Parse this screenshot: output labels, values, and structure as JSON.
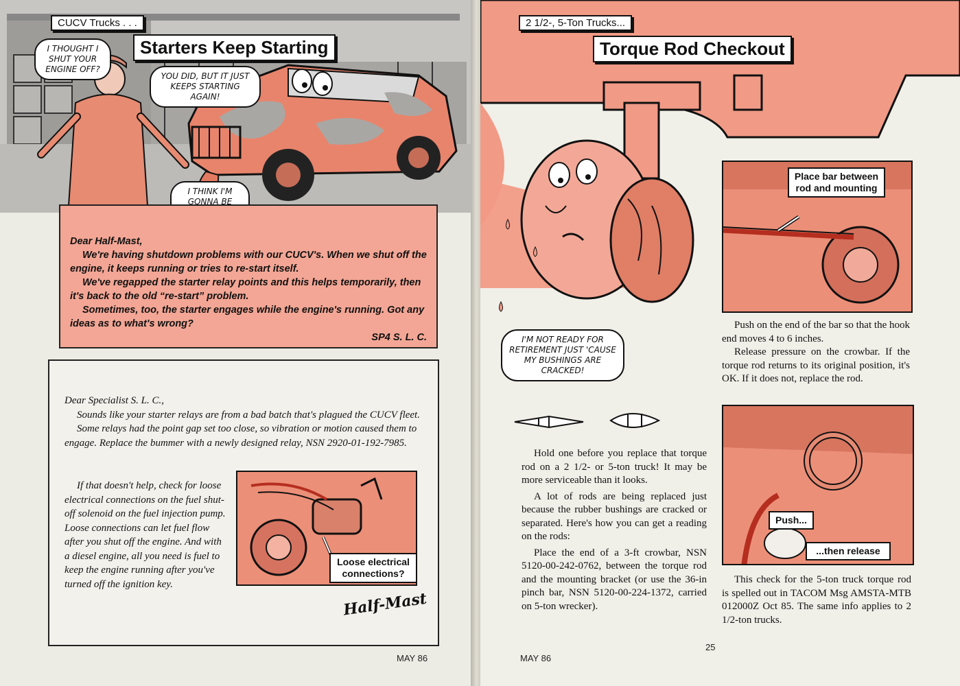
{
  "left_page": {
    "section_label": "CUCV Trucks . . .",
    "title": "Starters Keep Starting",
    "bubbles": {
      "soldier": "I thought I shut your engine off?",
      "truck_reply": "You did, but it just keeps starting again!",
      "truck_sick": "I think I'm gonna be sick!"
    },
    "letter": {
      "salutation": "Dear Half-Mast,",
      "paragraphs": [
        "We're having shutdown problems with our CUCV's. When we shut off the engine, it keeps running or tries to re-start itself.",
        "We've regapped the starter relay points and this helps temporarily, then it's back to the old “re-start” problem.",
        "Sometimes, too, the starter engages while the engine's running. Got any ideas as to what's wrong?"
      ],
      "signature": "SP4 S. L. C."
    },
    "reply": {
      "salutation": "Dear Specialist S. L. C.,",
      "paragraphs": [
        "Sounds like your starter relays are from a bad batch that's plagued the CUCV fleet.",
        "Some relays had the point gap set too close, so vibration or motion caused them to engage. Replace the bummer with a newly designed relay, NSN 2920-01-192-7985."
      ],
      "side_paragraph": "If that doesn't help, check for loose electrical connections on the fuel shut-off solenoid on the fuel injection pump. Loose connections can let fuel flow after you shut off the engine. And with a diesel engine, all you need is fuel to keep the engine running after you've turned off the ignition key.",
      "signature": "Half-Mast",
      "photo_caption": "Loose electrical connections?"
    },
    "footer": "MAY 86"
  },
  "right_page": {
    "section_label": "2 1/2-, 5-Ton Trucks...",
    "title": "Torque Rod Checkout",
    "bubble": "I'm not ready for retirement just 'cause my bushings are cracked!",
    "inset_caption": "Place bar between rod and mounting",
    "intro_paragraphs": [
      "Hold one before you replace that torque rod on a 2 1/2- or 5-ton truck! It may be more serviceable than it looks.",
      "A lot of rods are being replaced just because the rubber bushings are cracked or separated. Here's how you can get a reading on the rods:",
      "Place the end of a 3-ft crowbar, NSN 5120-00-242-0762, between the torque rod and the mounting bracket (or use the 36-in pinch bar, NSN 5120-00-224-1372, carried on 5-ton wrecker)."
    ],
    "right_paragraphs": [
      "Push on the end of the bar so that the hook end moves 4 to 6 inches.",
      "Release pressure on the crowbar. If the torque rod returns to its original position, it's OK. If it does not, replace the rod."
    ],
    "push_label": "Push...",
    "release_label": "...then release",
    "closing_paragraph": "This check for the 5-ton truck torque rod is spelled out in TACOM Msg AMSTA-MTB 012000Z Oct 85. The same info applies to 2 1/2-ton trucks.",
    "footer": "MAY 86",
    "page_number": "25"
  },
  "colors": {
    "salmon": "#f19a86",
    "salmon_dark": "#e47d67",
    "gray": "#a9a7a4",
    "ink": "#111111"
  }
}
